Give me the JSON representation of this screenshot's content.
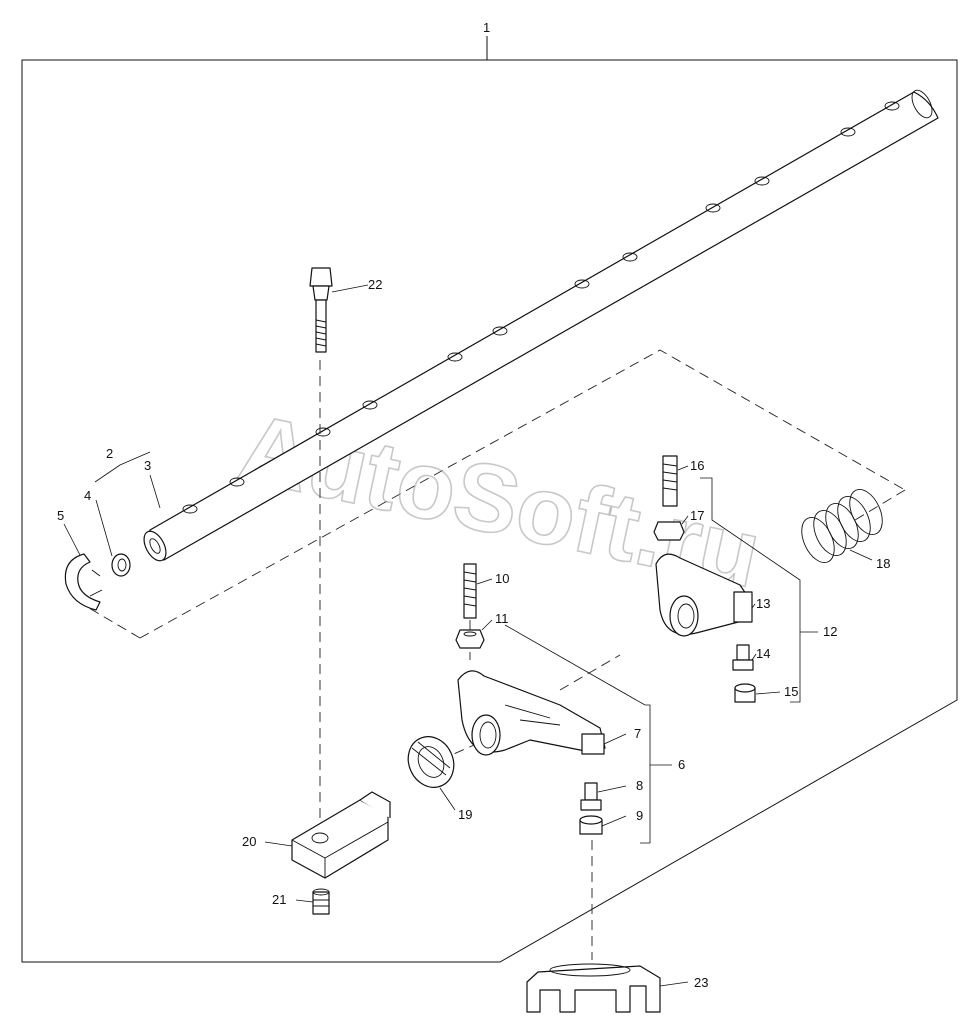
{
  "watermark": "AutoSoft.ru",
  "callouts": {
    "c1": "1",
    "c2": "2",
    "c3": "3",
    "c4": "4",
    "c5": "5",
    "c6": "6",
    "c7": "7",
    "c8": "8",
    "c9": "9",
    "c10": "10",
    "c11": "11",
    "c12": "12",
    "c13": "13",
    "c14": "14",
    "c15": "15",
    "c16": "16",
    "c17": "17",
    "c18": "18",
    "c19": "19",
    "c20": "20",
    "c21": "21",
    "c22": "22",
    "c23": "23"
  }
}
